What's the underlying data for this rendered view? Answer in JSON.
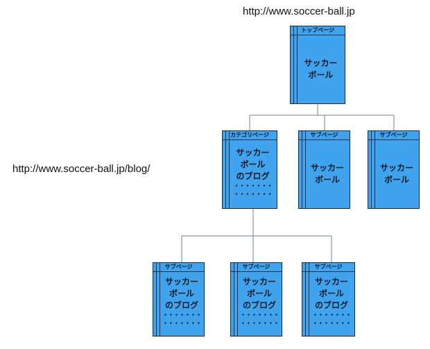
{
  "urls": {
    "top": "http://www.soccer-ball.jp",
    "blog": "http://www.soccer-ball.jp/blog/"
  },
  "nodes": {
    "top_page": {
      "header": "トップページ",
      "lines": [
        "サッカー",
        "ボール"
      ]
    },
    "category_page": {
      "header": "カテゴリページ",
      "lines": [
        "サッカー",
        "ボール",
        "のブログ",
        "・・・・・・・",
        "・・・・・・・"
      ]
    },
    "sub_page_1": {
      "header": "サブページ",
      "lines": [
        "サッカー",
        "ボール"
      ]
    },
    "sub_page_2": {
      "header": "サブページ",
      "lines": [
        "サッカー",
        "ボール"
      ]
    },
    "blog_sub_page_1": {
      "header": "サブページ",
      "lines": [
        "サッカー",
        "ボール",
        "のブログ",
        "・・・・・・・",
        "・・・・・・・"
      ]
    },
    "blog_sub_page_2": {
      "header": "サブページ",
      "lines": [
        "サッカー",
        "ボール",
        "のブログ",
        "・・・・・・・",
        "・・・・・・・"
      ]
    },
    "blog_sub_page_3": {
      "header": "サブページ",
      "lines": [
        "サッカー",
        "ボール",
        "のブログ",
        "・・・・・・・",
        "・・・・・・・"
      ]
    }
  },
  "colors": {
    "box_fill": "#3fa3ee",
    "box_border": "#1d2b3a",
    "connector": "#6f7f8f"
  }
}
